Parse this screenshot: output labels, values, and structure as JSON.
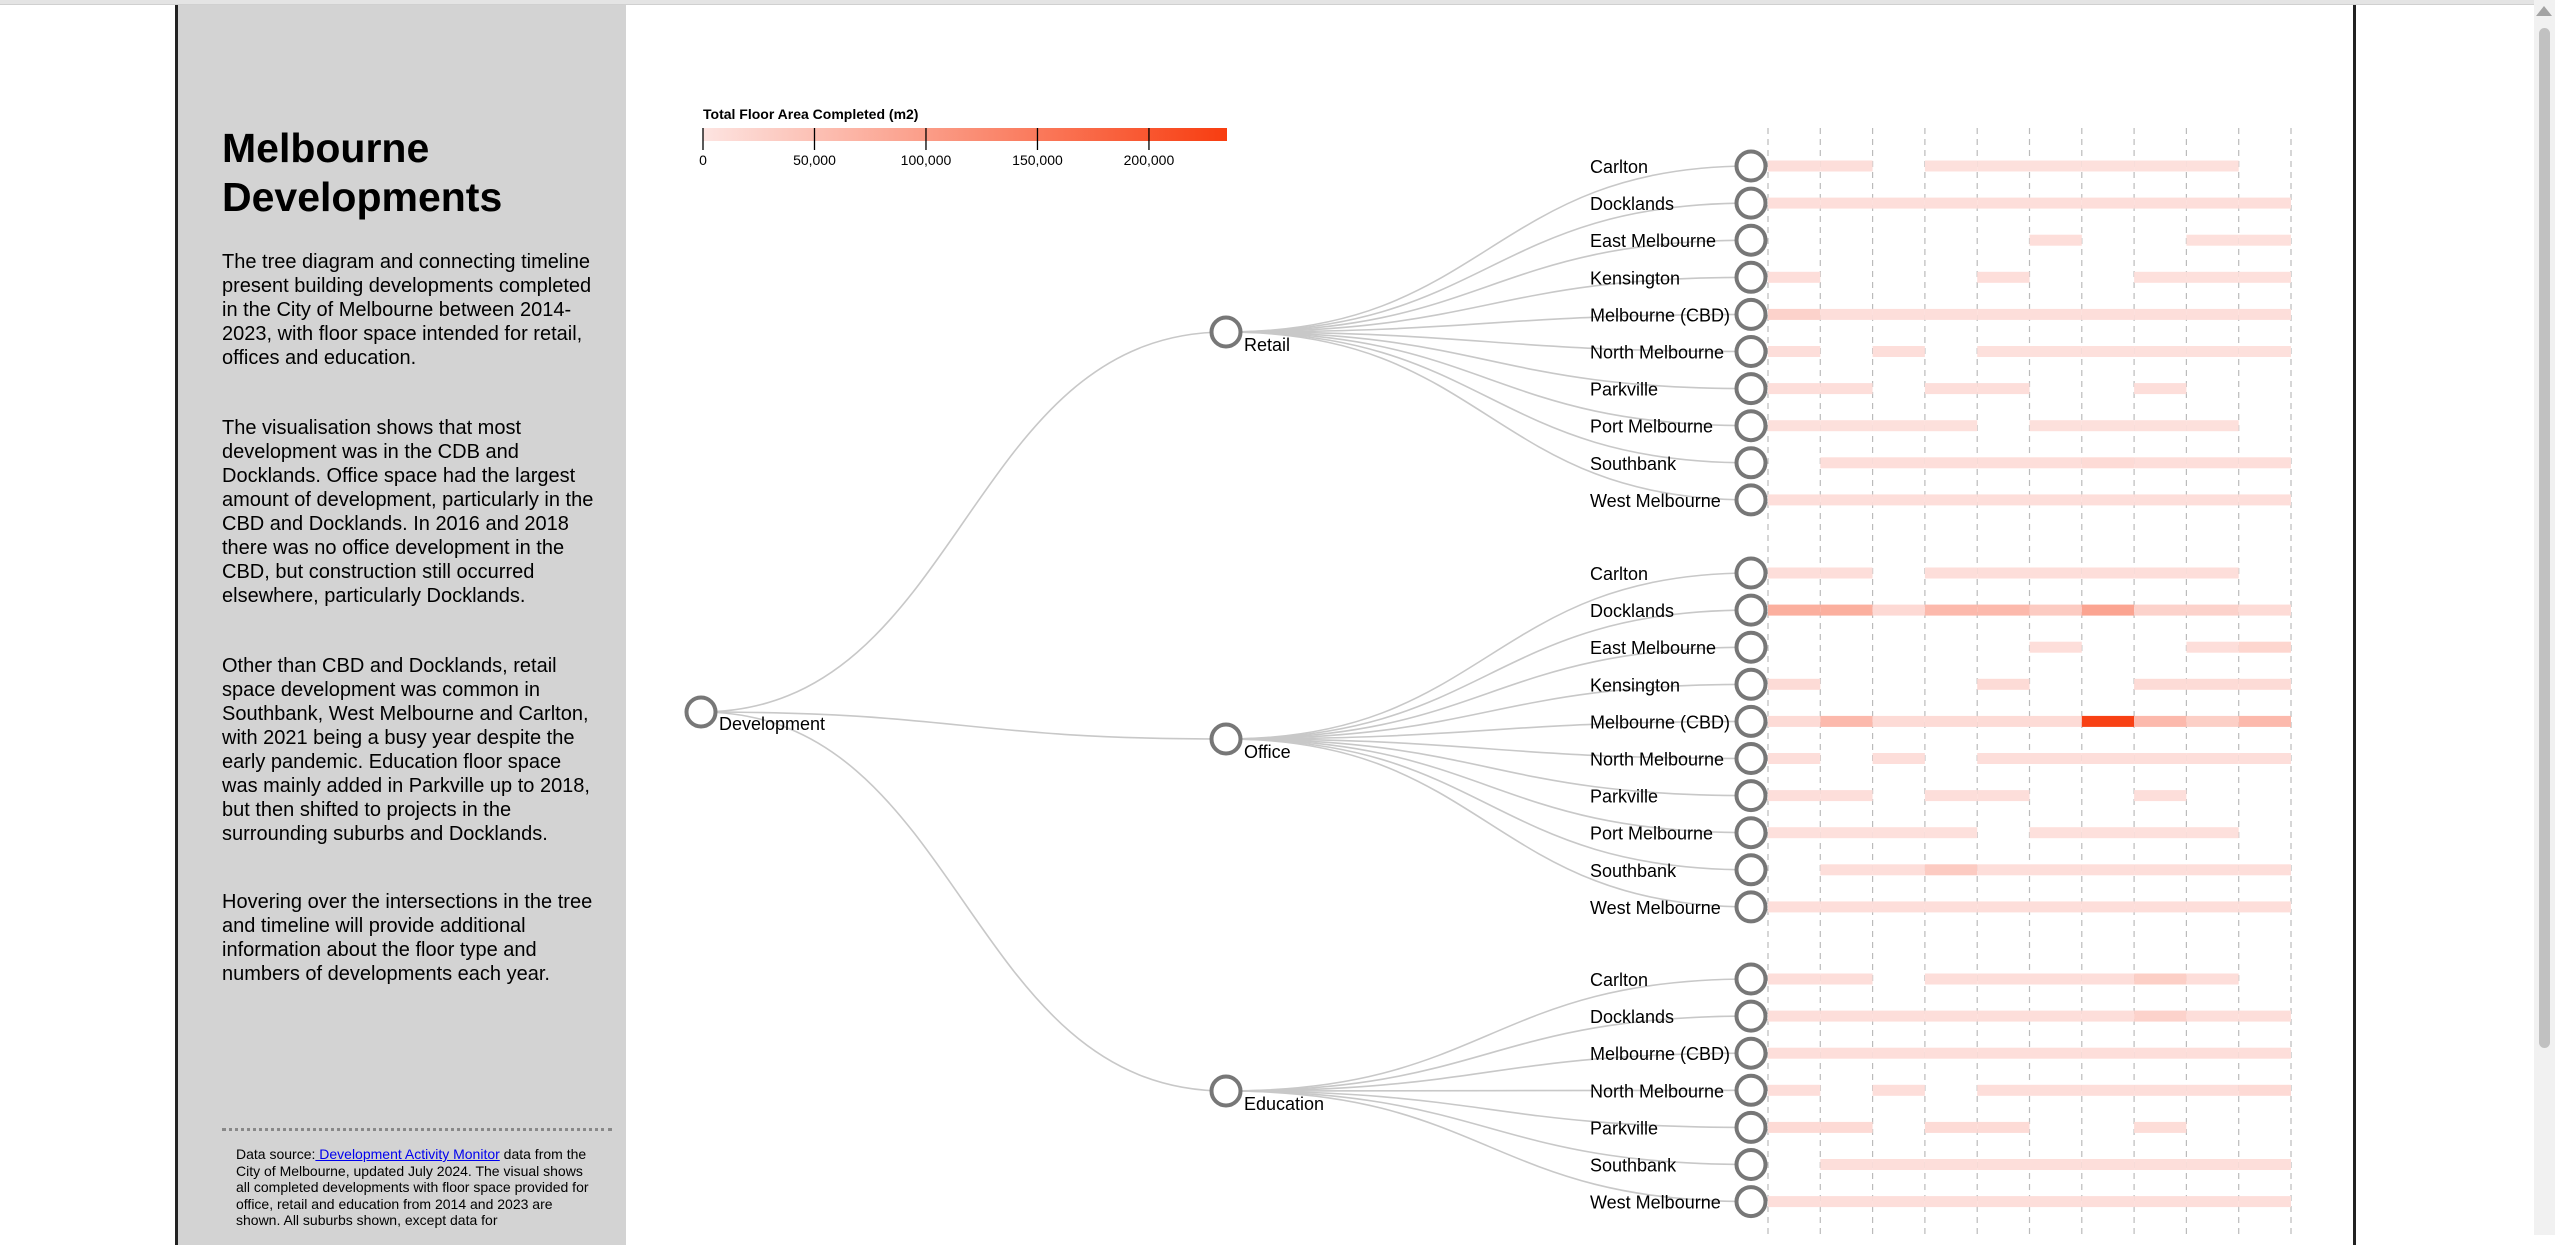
{
  "sidebar": {
    "title": "Melbourne Developments",
    "paragraphs": [
      "The tree diagram and connecting timeline present building developments completed in the City of Melbourne between 2014-2023, with floor space intended for retail, offices and education.",
      "The visualisation shows that most development was in the CDB and Docklands. Office space had the largest amount of development, particularly in the CBD and Docklands. In 2016 and 2018 there was no office development in the CBD, but construction still occurred elsewhere, particularly Docklands.",
      "Other than CBD and Docklands, retail space development was common in Southbank, West Melbourne and Carlton, with 2021 being a busy year despite the early pandemic. Education floor space was mainly added in Parkville up to 2018, but then shifted to projects in the surrounding suburbs and Docklands.",
      "Hovering over the intersections in the tree and timeline will provide additional information about the floor type and numbers of developments each year."
    ],
    "footnote": {
      "prefix": "Data source:",
      "link_text": " Development Activity Monitor",
      "suffix": " data from the City of Melbourne, updated July 2024. The visual shows all completed developments with floor space provided for office, retail and education from 2014 and 2023 are shown. All suburbs shown, except data for"
    }
  },
  "legend": {
    "title": "Total Floor Area Completed (m2)",
    "ticks": [
      "0",
      "50,000",
      "100,000",
      "150,000",
      "200,000"
    ],
    "tick_values": [
      0,
      50000,
      100000,
      150000,
      200000
    ],
    "max_value": 235000,
    "color_low": "#fde4e1",
    "color_high": "#f83d10"
  },
  "tree": {
    "root": "Development",
    "branches": [
      {
        "name": "Retail",
        "suburbs": [
          {
            "name": "Carlton",
            "values": [
              8000,
              8000,
              0,
              6000,
              6000,
              6000,
              6000,
              6000,
              6000,
              0
            ]
          },
          {
            "name": "Docklands",
            "values": [
              8000,
              8000,
              8000,
              8000,
              8000,
              8000,
              8000,
              8000,
              8000,
              8000
            ]
          },
          {
            "name": "East Melbourne",
            "values": [
              0,
              0,
              0,
              0,
              0,
              8000,
              0,
              0,
              6000,
              6000
            ]
          },
          {
            "name": "Kensington",
            "values": [
              8000,
              0,
              0,
              0,
              8000,
              0,
              0,
              6000,
              6000,
              6000
            ]
          },
          {
            "name": "Melbourne (CBD)",
            "values": [
              25000,
              8000,
              8000,
              8000,
              8000,
              8000,
              8000,
              8000,
              8000,
              8000
            ]
          },
          {
            "name": "North Melbourne",
            "values": [
              8000,
              0,
              8000,
              0,
              6000,
              6000,
              6000,
              6000,
              6000,
              6000
            ]
          },
          {
            "name": "Parkville",
            "values": [
              8000,
              8000,
              0,
              8000,
              8000,
              0,
              0,
              8000,
              0,
              0
            ]
          },
          {
            "name": "Port Melbourne",
            "values": [
              6000,
              6000,
              6000,
              6000,
              0,
              6000,
              6000,
              6000,
              6000,
              0
            ]
          },
          {
            "name": "Southbank",
            "values": [
              0,
              8000,
              8000,
              8000,
              8000,
              8000,
              12000,
              8000,
              8000,
              8000
            ]
          },
          {
            "name": "West Melbourne",
            "values": [
              8000,
              8000,
              8000,
              8000,
              8000,
              8000,
              8000,
              8000,
              8000,
              8000
            ]
          }
        ]
      },
      {
        "name": "Office",
        "suburbs": [
          {
            "name": "Carlton",
            "values": [
              8000,
              8000,
              0,
              8000,
              8000,
              8000,
              8000,
              8000,
              8000,
              0
            ]
          },
          {
            "name": "Docklands",
            "values": [
              75000,
              75000,
              15000,
              60000,
              60000,
              35000,
              90000,
              25000,
              25000,
              12000
            ]
          },
          {
            "name": "East Melbourne",
            "values": [
              0,
              0,
              0,
              0,
              0,
              8000,
              0,
              0,
              8000,
              20000
            ]
          },
          {
            "name": "Kensington",
            "values": [
              12000,
              0,
              0,
              0,
              12000,
              0,
              0,
              12000,
              12000,
              12000
            ]
          },
          {
            "name": "Melbourne (CBD)",
            "values": [
              12000,
              60000,
              12000,
              12000,
              12000,
              12000,
              230000,
              60000,
              30000,
              60000
            ]
          },
          {
            "name": "North Melbourne",
            "values": [
              8000,
              0,
              8000,
              0,
              8000,
              8000,
              8000,
              8000,
              8000,
              8000
            ]
          },
          {
            "name": "Parkville",
            "values": [
              8000,
              8000,
              0,
              8000,
              8000,
              0,
              0,
              8000,
              0,
              0
            ]
          },
          {
            "name": "Port Melbourne",
            "values": [
              6000,
              6000,
              6000,
              6000,
              0,
              6000,
              6000,
              6000,
              6000,
              0
            ]
          },
          {
            "name": "Southbank",
            "values": [
              0,
              8000,
              8000,
              35000,
              8000,
              8000,
              8000,
              8000,
              8000,
              8000
            ]
          },
          {
            "name": "West Melbourne",
            "values": [
              8000,
              8000,
              8000,
              8000,
              8000,
              8000,
              8000,
              8000,
              8000,
              8000
            ]
          }
        ]
      },
      {
        "name": "Education",
        "suburbs": [
          {
            "name": "Carlton",
            "values": [
              8000,
              8000,
              0,
              8000,
              8000,
              8000,
              8000,
              30000,
              8000,
              0
            ]
          },
          {
            "name": "Docklands",
            "values": [
              8000,
              8000,
              8000,
              8000,
              8000,
              8000,
              8000,
              25000,
              8000,
              8000
            ]
          },
          {
            "name": "Melbourne (CBD)",
            "values": [
              8000,
              8000,
              8000,
              8000,
              8000,
              8000,
              8000,
              8000,
              8000,
              8000
            ]
          },
          {
            "name": "North Melbourne",
            "values": [
              8000,
              0,
              8000,
              0,
              8000,
              8000,
              8000,
              8000,
              8000,
              14000
            ]
          },
          {
            "name": "Parkville",
            "values": [
              14000,
              14000,
              0,
              12000,
              12000,
              0,
              0,
              10000,
              0,
              0
            ]
          },
          {
            "name": "Southbank",
            "values": [
              0,
              8000,
              8000,
              8000,
              8000,
              8000,
              8000,
              8000,
              8000,
              8000
            ]
          },
          {
            "name": "West Melbourne",
            "values": [
              8000,
              8000,
              8000,
              8000,
              8000,
              8000,
              8000,
              8000,
              8000,
              8000
            ]
          }
        ]
      }
    ]
  },
  "colors": {
    "link": "#c8c8c8",
    "node_stroke": "#777777",
    "gridline": "#bbbbbb",
    "sidebar_bg": "#d3d3d3"
  }
}
